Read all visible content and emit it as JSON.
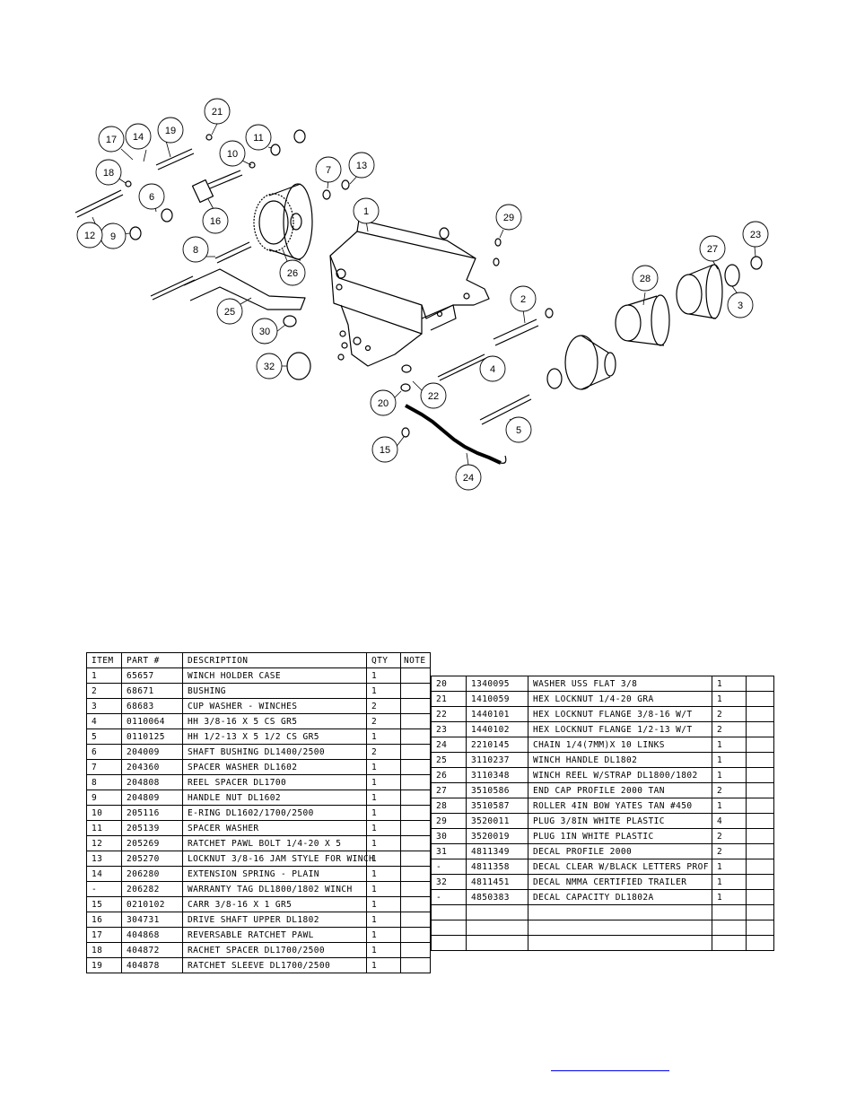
{
  "callouts": [
    "1",
    "2",
    "3",
    "4",
    "5",
    "6",
    "7",
    "8",
    "9",
    "10",
    "11",
    "12",
    "13",
    "14",
    "15",
    "16",
    "17",
    "18",
    "19",
    "20",
    "21",
    "22",
    "23",
    "24",
    "25",
    "26",
    "27",
    "28",
    "29",
    "30",
    "32"
  ],
  "table_left": {
    "headers": [
      "ITEM",
      "PART #",
      "DESCRIPTION",
      "QTY",
      "NOTE"
    ],
    "rows": [
      [
        "1",
        "65657",
        "WINCH HOLDER CASE",
        "1",
        ""
      ],
      [
        "2",
        "68671",
        "BUSHING",
        "1",
        ""
      ],
      [
        "3",
        "68683",
        "CUP WASHER - WINCHES",
        "2",
        ""
      ],
      [
        "4",
        "0110064",
        "HH 3/8-16 X 5 CS GR5",
        "2",
        ""
      ],
      [
        "5",
        "0110125",
        "HH 1/2-13 X 5 1/2 CS GR5",
        "1",
        ""
      ],
      [
        "6",
        "204009",
        "SHAFT BUSHING  DL1400/2500",
        "2",
        ""
      ],
      [
        "7",
        "204360",
        "SPACER WASHER  DL1602",
        "1",
        ""
      ],
      [
        "8",
        "204808",
        "REEL SPACER  DL1700",
        "1",
        ""
      ],
      [
        "9",
        "204809",
        "HANDLE NUT  DL1602",
        "1",
        ""
      ],
      [
        "10",
        "205116",
        "E-RING DL1602/1700/2500",
        "1",
        ""
      ],
      [
        "11",
        "205139",
        "SPACER WASHER",
        "1",
        ""
      ],
      [
        "12",
        "205269",
        "RATCHET PAWL BOLT 1/4-20 X 5",
        "1",
        ""
      ],
      [
        "13",
        "205270",
        "LOCKNUT 3/8-16 JAM STYLE FOR WINCH",
        "1",
        ""
      ],
      [
        "14",
        "206280",
        "EXTENSION SPRING - PLAIN",
        "1",
        ""
      ],
      [
        "-",
        "206282",
        "WARRANTY TAG DL1800/1802 WINCH",
        "1",
        ""
      ],
      [
        "15",
        "0210102",
        "CARR 3/8-16 X 1 GR5",
        "1",
        ""
      ],
      [
        "16",
        "304731",
        "DRIVE SHAFT UPPER  DL1802",
        "1",
        ""
      ],
      [
        "17",
        "404868",
        "REVERSABLE RATCHET PAWL",
        "1",
        ""
      ],
      [
        "18",
        "404872",
        "RACHET SPACER  DL1700/2500",
        "1",
        ""
      ],
      [
        "19",
        "404878",
        "RATCHET SLEEVE  DL1700/2500",
        "1",
        ""
      ]
    ]
  },
  "table_right": {
    "rows": [
      [
        "20",
        "1340095",
        "WASHER USS FLAT 3/8",
        "1",
        ""
      ],
      [
        "21",
        "1410059",
        "HEX LOCKNUT 1/4-20 GRA",
        "1",
        ""
      ],
      [
        "22",
        "1440101",
        "HEX LOCKNUT FLANGE 3/8-16 W/T",
        "2",
        ""
      ],
      [
        "23",
        "1440102",
        "HEX LOCKNUT FLANGE 1/2-13 W/T",
        "2",
        ""
      ],
      [
        "24",
        "2210145",
        "CHAIN 1/4(7MM)X 10 LINKS",
        "1",
        ""
      ],
      [
        "25",
        "3110237",
        "WINCH HANDLE  DL1802",
        "1",
        ""
      ],
      [
        "26",
        "3110348",
        "WINCH REEL W/STRAP  DL1800/1802",
        "1",
        ""
      ],
      [
        "27",
        "3510586",
        "END CAP PROFILE 2000 TAN",
        "2",
        ""
      ],
      [
        "28",
        "3510587",
        "ROLLER 4IN BOW YATES TAN #450",
        "1",
        ""
      ],
      [
        "29",
        "3520011",
        "PLUG  3/8IN WHITE PLASTIC",
        "4",
        ""
      ],
      [
        "30",
        "3520019",
        "PLUG  1IN WHITE PLASTIC",
        "2",
        ""
      ],
      [
        "31",
        "4811349",
        "DECAL PROFILE 2000",
        "2",
        ""
      ],
      [
        "-",
        "4811358",
        "DECAL CLEAR W/BLACK LETTERS PROF",
        "1",
        ""
      ],
      [
        "32",
        "4811451",
        "DECAL NMMA CERTIFIED TRAILER",
        "1",
        ""
      ],
      [
        "-",
        "4850383",
        "DECAL CAPACITY DL1802A",
        "1",
        ""
      ],
      [
        "",
        "",
        "",
        "",
        ""
      ],
      [
        "",
        "",
        "",
        "",
        ""
      ],
      [
        "",
        "",
        "",
        "",
        ""
      ]
    ]
  },
  "colors": {
    "line": "#000000",
    "link": "#0000ee"
  }
}
